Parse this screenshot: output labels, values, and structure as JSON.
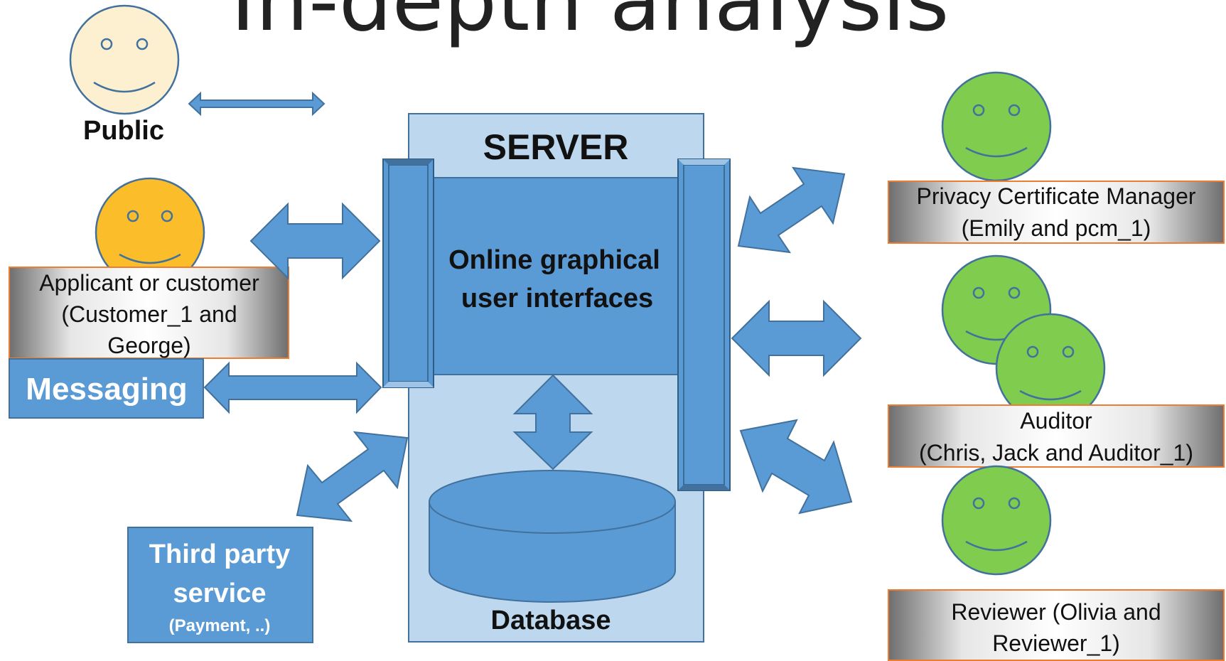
{
  "slide": {
    "title": "In-depth analysis"
  },
  "actors": {
    "public": {
      "label": "Public",
      "face_color": "#fdf0d1",
      "icon": "smiley-face-icon"
    },
    "applicant": {
      "lines": [
        "Applicant or customer",
        "(Customer_1 and",
        "George)"
      ],
      "face_color": "#fbbd2a",
      "icon": "smiley-face-icon"
    },
    "pcm": {
      "lines": [
        "Privacy Certificate Manager",
        "(Emily and pcm_1)"
      ],
      "face_color": "#7fcc4f",
      "icon": "smiley-face-icon"
    },
    "auditor": {
      "lines": [
        "Auditor",
        "(Chris, Jack and Auditor_1)"
      ],
      "face_color": "#7fcc4f",
      "icon": "smiley-face-icon"
    },
    "reviewer": {
      "lines": [
        "Reviewer (Olivia and",
        "Reviewer_1)"
      ],
      "face_color": "#7fcc4f",
      "icon": "smiley-face-icon"
    }
  },
  "boxes": {
    "messaging": "Messaging",
    "third_party": {
      "line1": "Third party",
      "line2": "service",
      "line3": "(Payment, ..)"
    }
  },
  "server": {
    "title": "SERVER",
    "gui_line1": "Online graphical",
    "gui_line2": "user interfaces",
    "database": "Database"
  },
  "colors": {
    "blue": "#5b9bd5",
    "blue_dark": "#41719c",
    "server_bg": "#bdd7ee",
    "label_border": "#ed7d31",
    "outline": "#2e5c82"
  }
}
